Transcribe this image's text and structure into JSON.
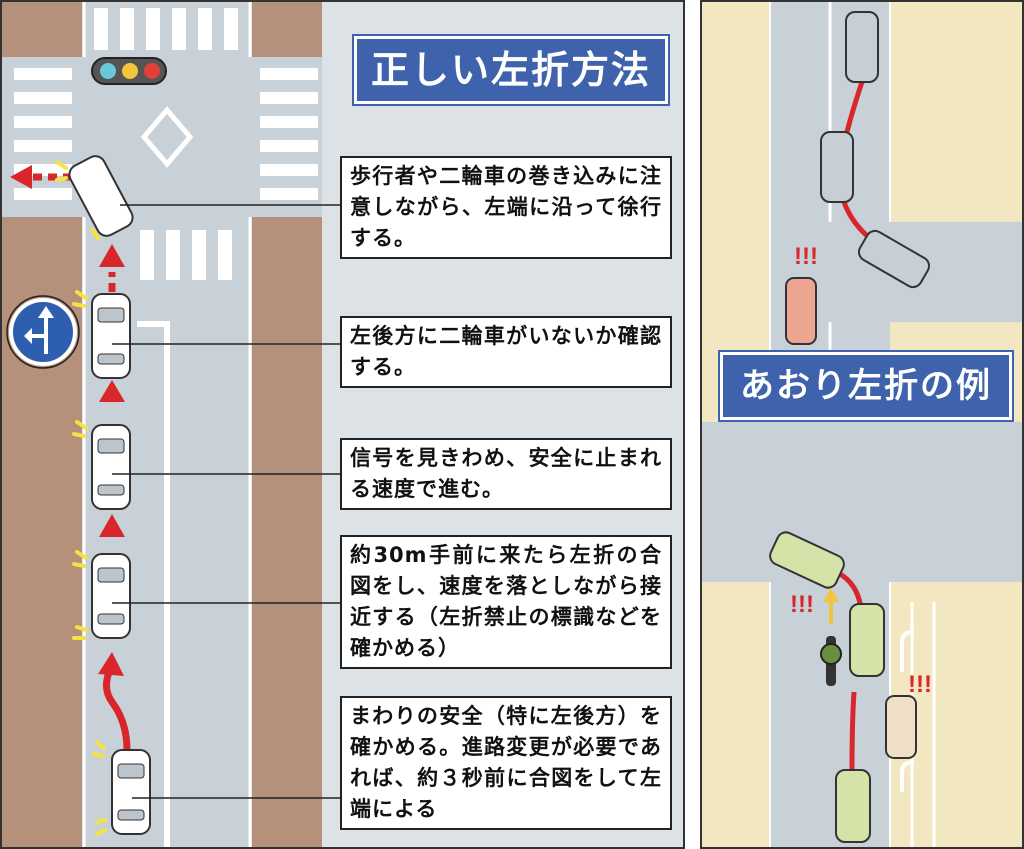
{
  "left_panel": {
    "title": "正しい左折方法",
    "steps": [
      {
        "text": "歩行者や二輪車の巻き込みに注意しながら、左端に沿って徐行する。"
      },
      {
        "text": "左後方に二輪車がいないか確認する。"
      },
      {
        "text": "信号を見きわめ、安全に止まれる速度で進む。"
      },
      {
        "text": "約30m手前に来たら左折の合図をし、速度を落としながら接近する（左折禁止の標識などを確かめる）"
      },
      {
        "text": "まわりの安全（特に左後方）を確かめる。進路変更が必要であれば、約３秒前に合図をして左端による"
      }
    ]
  },
  "right_panel": {
    "title": "あおり左折の例",
    "warnings": [
      "!!!",
      "!!!",
      "!!!"
    ]
  },
  "colors": {
    "title_bg": "#3f62ad",
    "road": "#c9d1d8",
    "sidewalk": "#b5907a",
    "arrow": "#d9262b",
    "ground": "#f3e7c2",
    "turn_car": "#d5e3a8"
  }
}
